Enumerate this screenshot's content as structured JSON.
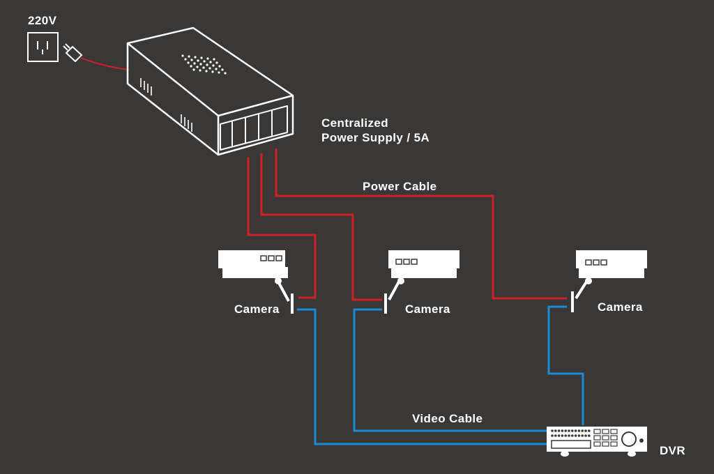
{
  "labels": {
    "voltage": "220V",
    "psu_line1": "Centralized",
    "psu_line2": "Power Supply / 5A",
    "power_cable": "Power Cable",
    "video_cable": "Video Cable",
    "camera_1": "Camera",
    "camera_2": "Camera",
    "camera_3": "Camera",
    "dvr": "DVR"
  },
  "colors": {
    "background": "#3a3836",
    "power_cable": "#d11f26",
    "video_cable": "#1e8ad6",
    "outline": "#ffffff"
  }
}
